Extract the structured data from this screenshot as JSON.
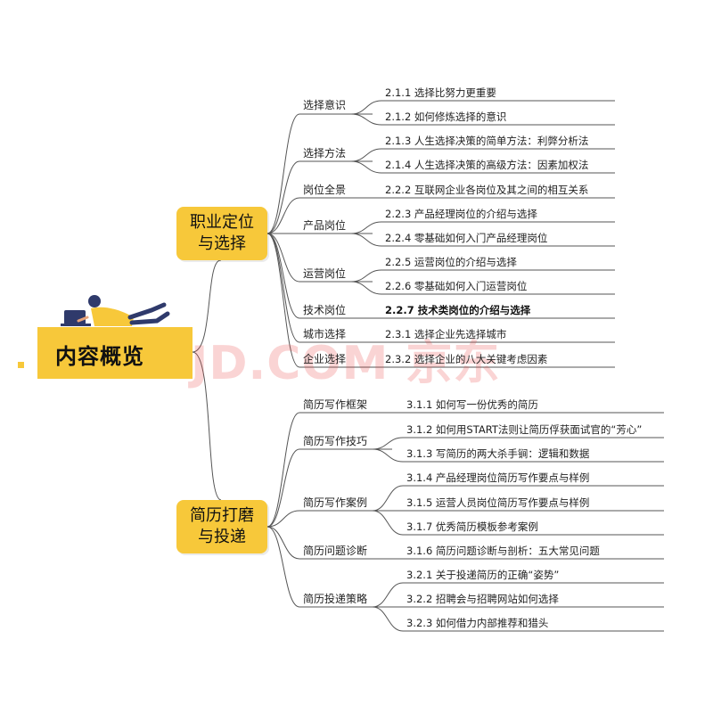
{
  "root": {
    "title": "内容概览"
  },
  "watermark": "JD.COM 京东",
  "branches": [
    {
      "title_line1": "职业定位",
      "title_line2": "与选择",
      "categories": [
        {
          "label": "选择意识",
          "items": [
            "2.1.1 选择比努力更重要",
            "2.1.2 如何修炼选择的意识"
          ]
        },
        {
          "label": "选择方法",
          "items": [
            "2.1.3 人生选择决策的简单方法：利弊分析法",
            "2.1.4 人生选择决策的高级方法：因素加权法"
          ]
        },
        {
          "label": "岗位全景",
          "items": [
            "2.2.2 互联网企业各岗位及其之间的相互关系"
          ]
        },
        {
          "label": "产品岗位",
          "items": [
            "2.2.3 产品经理岗位的介绍与选择",
            "2.2.4 零基础如何入门产品经理岗位"
          ]
        },
        {
          "label": "运营岗位",
          "items": [
            "2.2.5 运营岗位的介绍与选择",
            "2.2.6 零基础如何入门运营岗位"
          ]
        },
        {
          "label": "技术岗位",
          "items": [
            "2.2.7 技术类岗位的介绍与选择"
          ]
        },
        {
          "label": "城市选择",
          "items": [
            "2.3.1 选择企业先选择城市"
          ]
        },
        {
          "label": "企业选择",
          "items": [
            "2.3.2 选择企业的八大关键考虑因素"
          ]
        }
      ]
    },
    {
      "title_line1": "简历打磨",
      "title_line2": "与投递",
      "categories": [
        {
          "label": "简历写作框架",
          "items": [
            "3.1.1 如何写一份优秀的简历"
          ]
        },
        {
          "label": "简历写作技巧",
          "items": [
            "3.1.2 如何用START法则让简历俘获面试官的“芳心”",
            "3.1.3 写简历的两大杀手锏：逻辑和数据"
          ]
        },
        {
          "label": "简历写作案例",
          "items": [
            "3.1.4 产品经理岗位简历写作要点与样例",
            "3.1.5 运营人员岗位简历写作要点与样例",
            "3.1.7 优秀简历模板参考案例"
          ]
        },
        {
          "label": "简历问题诊断",
          "items": [
            "3.1.6 简历问题诊断与剖析：五大常见问题"
          ]
        },
        {
          "label": "简历投递策略",
          "items": [
            "3.2.1 关于投递简历的正确“姿势”",
            "3.2.2 招聘会与招聘网站如何选择",
            "3.2.3 如何借力内部推荐和猎头"
          ]
        }
      ]
    }
  ]
}
